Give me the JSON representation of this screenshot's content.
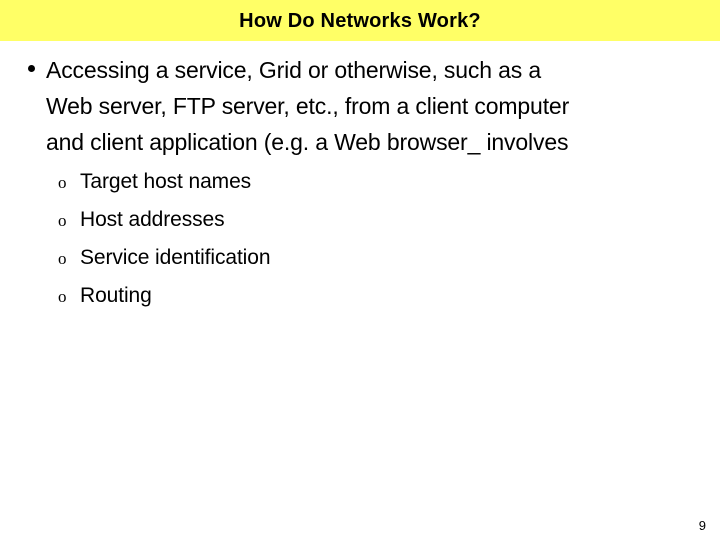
{
  "slide": {
    "title": "How Do Networks Work?",
    "title_band_color": "#ffff66",
    "background_color": "#ffffff",
    "text_color": "#000000",
    "page_number": "9"
  },
  "bullets": [
    {
      "marker": "bullet-dot",
      "text": "Accessing a service, Grid or otherwise, such as a\nWeb server, FTP server, etc., from a client computer\nand client application (e.g. a Web browser_ involves"
    }
  ],
  "subbullets": [
    {
      "marker": "o",
      "label": "Target host names"
    },
    {
      "marker": "o",
      "label": "Host addresses"
    },
    {
      "marker": "o",
      "label": "Service identification"
    },
    {
      "marker": "o",
      "label": "Routing"
    }
  ]
}
